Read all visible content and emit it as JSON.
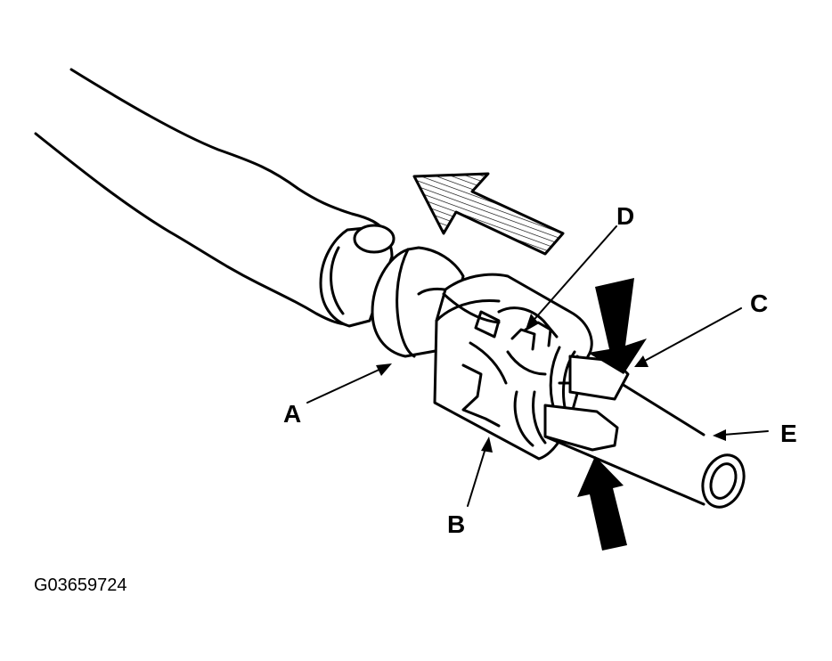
{
  "figure_id": "G03659724",
  "callouts": {
    "a": "A",
    "b": "B",
    "c": "C",
    "d": "D",
    "e": "E"
  },
  "colors": {
    "ink": "#000000",
    "paper": "#ffffff"
  }
}
